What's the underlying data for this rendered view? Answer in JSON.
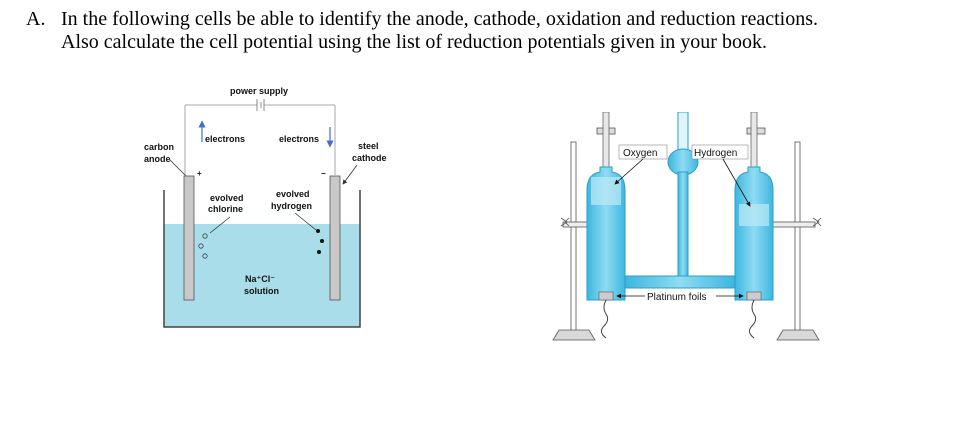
{
  "question": {
    "number": "A.",
    "line1": "In the following cells be able to identify the anode, cathode, oxidation and reduction reactions.",
    "line2": "Also calculate the cell potential using the list of reduction potentials given in your book."
  },
  "electrolysis_cell": {
    "power_supply": "power supply",
    "electrons_left": "electrons",
    "electrons_right": "electrons",
    "carbon": "carbon",
    "anode": "anode",
    "steel": "steel",
    "cathode": "cathode",
    "plus": "+",
    "minus": "−",
    "evolved_chlorine_1": "evolved",
    "evolved_chlorine_2": "chlorine",
    "evolved_hydrogen_1": "evolved",
    "evolved_hydrogen_2": "hydrogen",
    "solution_formula": "Na⁺Cl⁻",
    "solution": "solution"
  },
  "hofmann_apparatus": {
    "oxygen": "Oxygen",
    "hydrogen": "Hydrogen",
    "platinum_foils": "Platinum foils"
  },
  "colors": {
    "solution": "#a9dde9",
    "glass": "#5ec8e8",
    "glass_dark": "#2a9fc8"
  }
}
